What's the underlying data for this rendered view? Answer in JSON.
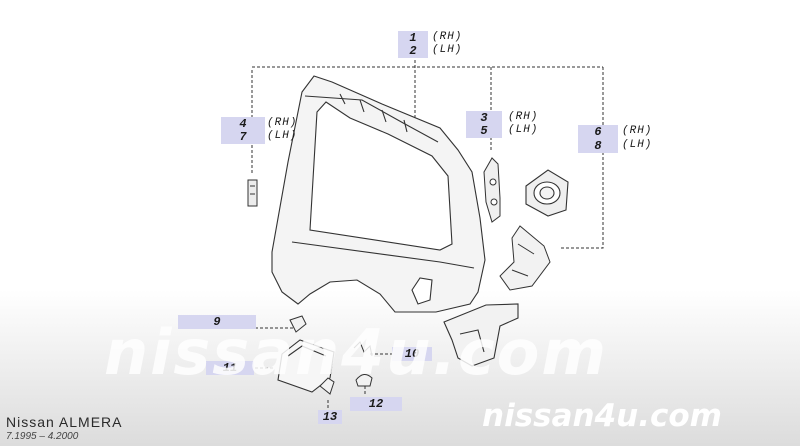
{
  "callouts": [
    {
      "num": "1",
      "side": "(RH)"
    },
    {
      "num": "2",
      "side": "(LH)"
    },
    {
      "num": "3",
      "side": "(RH)"
    },
    {
      "num": "5",
      "side": "(LH)"
    },
    {
      "num": "4",
      "side": "(RH)"
    },
    {
      "num": "7",
      "side": "(LH)"
    },
    {
      "num": "6",
      "side": "(RH)"
    },
    {
      "num": "8",
      "side": "(LH)"
    },
    {
      "num": "9"
    },
    {
      "num": "10"
    },
    {
      "num": "11"
    },
    {
      "num": "12"
    },
    {
      "num": "13"
    }
  ],
  "footer": {
    "model": "Nissan ALMERA",
    "years": "7.1995 – 4.2000"
  },
  "watermark": {
    "main": "nissan4u.com",
    "corner": "nissan4u.com"
  },
  "colors": {
    "tag_fill": "#d6d6f0",
    "line": "#333333"
  }
}
